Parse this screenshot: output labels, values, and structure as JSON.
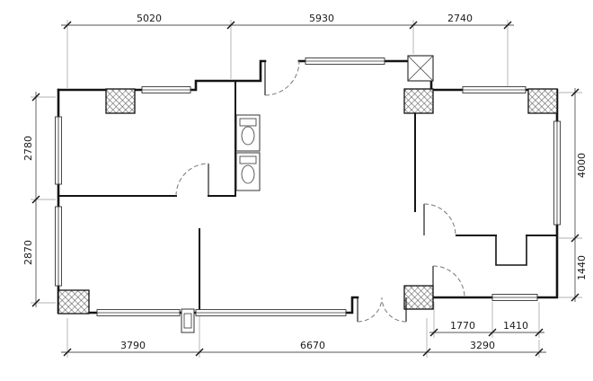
{
  "floor_plan": {
    "dimensions": {
      "top": [
        "5020",
        "5930",
        "2740"
      ],
      "left": [
        "2780",
        "2870"
      ],
      "right": [
        "4000",
        "1440"
      ],
      "bottom_inner": [
        "1770",
        "1410"
      ],
      "bottom_outer": [
        "3790",
        "6670",
        "3290"
      ]
    },
    "colors": {
      "background": "#ffffff",
      "wall": "#141414",
      "dimension_line": "#555555",
      "hatch": "#555555",
      "door_arc": "#777777"
    }
  }
}
